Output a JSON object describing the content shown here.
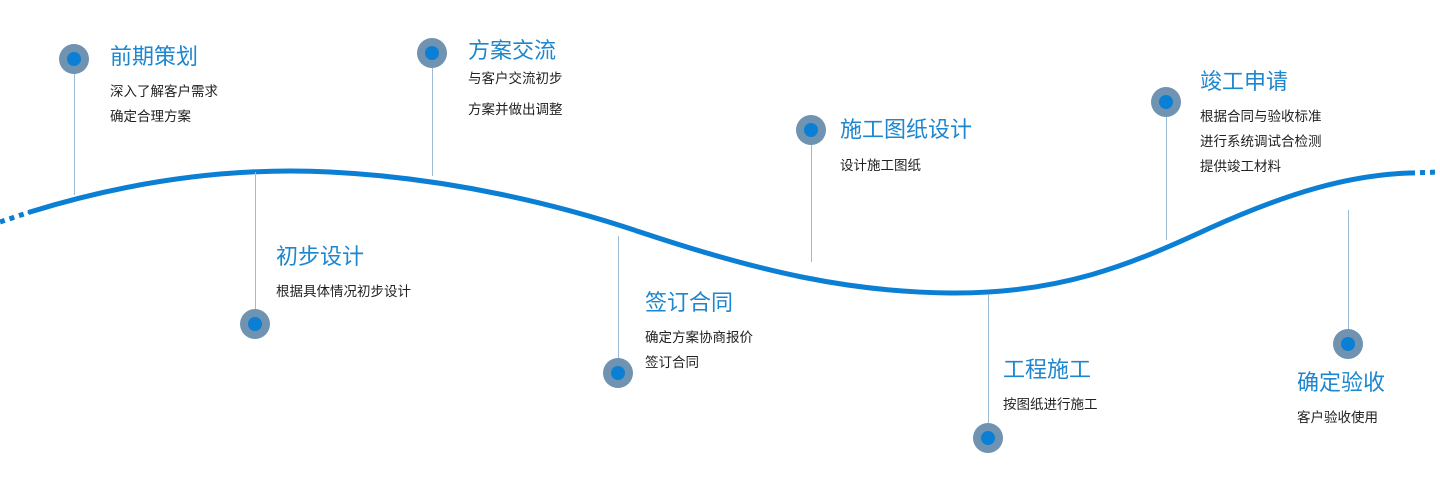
{
  "colors": {
    "accent": "#1c86cf",
    "wave": "#0a7fd3",
    "node_ring": "#6f93b1"
  },
  "steps": [
    {
      "title": "前期策划",
      "lines": [
        "深入了解客户需求",
        "确定合理方案"
      ]
    },
    {
      "title": "初步设计",
      "lines": [
        "根据具体情况初步设计"
      ]
    },
    {
      "title": "方案交流",
      "lines": [
        "与客户交流初步",
        "方案并做出调整"
      ]
    },
    {
      "title": "签订合同",
      "lines": [
        "确定方案协商报价",
        "签订合同"
      ]
    },
    {
      "title": "施工图纸设计",
      "lines": [
        "设计施工图纸"
      ]
    },
    {
      "title": "工程施工",
      "lines": [
        "按图纸进行施工"
      ]
    },
    {
      "title": "竣工申请",
      "lines": [
        "根据合同与验收标准",
        "进行系统调试合检测",
        "提供竣工材料"
      ]
    },
    {
      "title": "确定验收",
      "lines": [
        "客户验收使用"
      ]
    }
  ]
}
